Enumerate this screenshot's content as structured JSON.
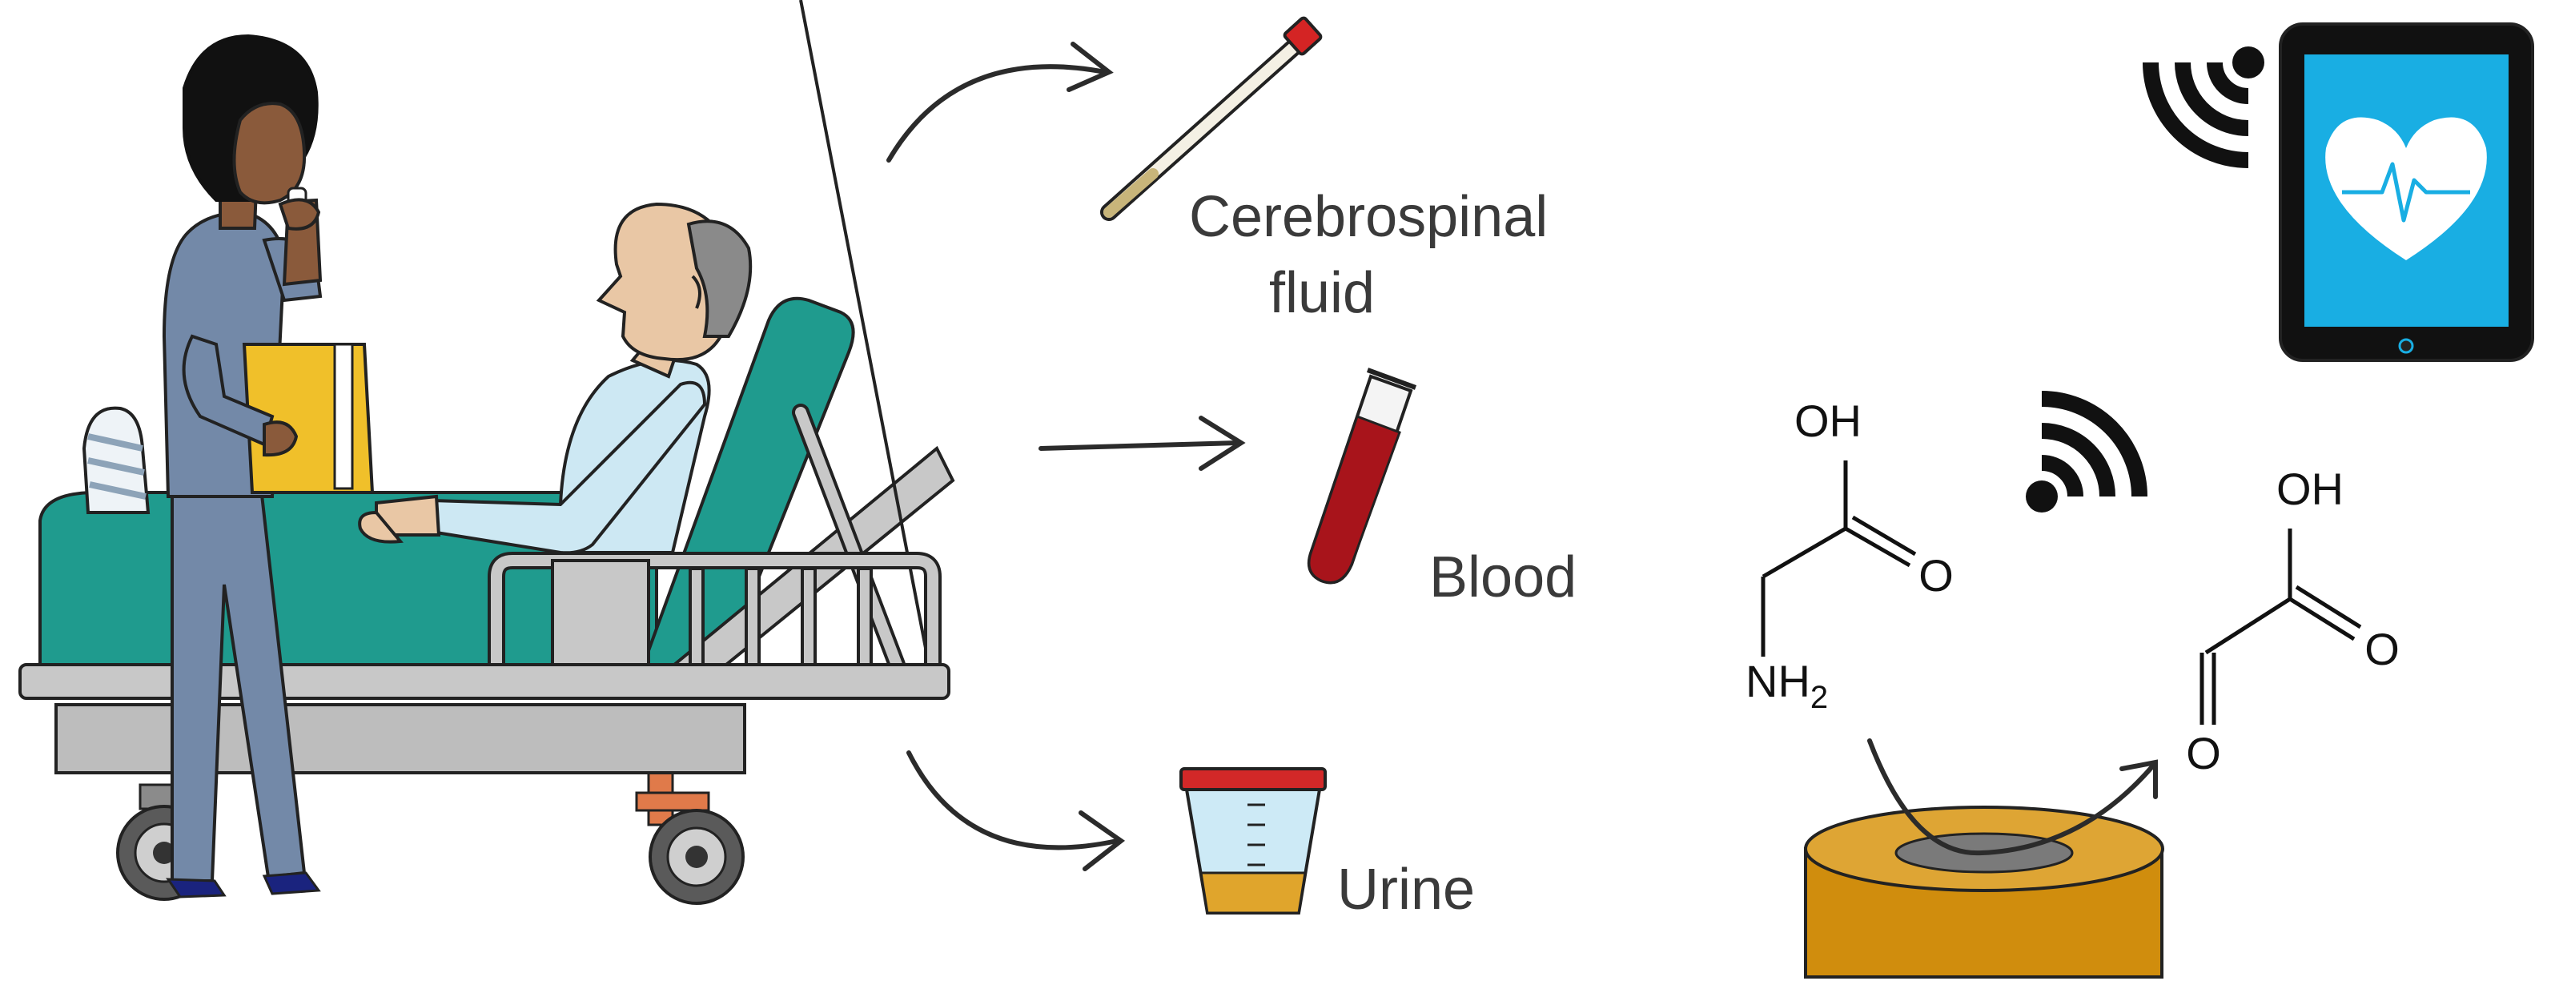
{
  "labels": {
    "csf_line1": "Cerebrospinal",
    "csf_line2": "fluid",
    "blood": "Blood",
    "urine": "Urine"
  },
  "chemistry": {
    "glycine": {
      "oh": "OH",
      "o": "O",
      "nh": "NH",
      "nh_sub": "2"
    },
    "glyoxylic_acid": {
      "oh": "OH",
      "o_acid": "O",
      "o_aldehyde": "O"
    }
  },
  "colors": {
    "scrubs": "#7389a8",
    "skin_dark": "#8a5a3b",
    "skin_light": "#e9c7a5",
    "bed_teal": "#1f9b8e",
    "bed_frame": "#c8c8c8",
    "folder": "#f0c02a",
    "blood": "#a8141b",
    "urine": "#e0a52c",
    "cup_cap": "#d22828",
    "tablet_screen": "#19aee3",
    "electrode": "#d08d0d",
    "electrode_core": "#7a7a7a",
    "arrow": "#2b2b2b"
  },
  "icons": [
    "nurse-figure",
    "hospital-bed",
    "patient-figure",
    "swab-tube-icon",
    "blood-tube-icon",
    "urine-cup-icon",
    "wifi-signal-icon",
    "tablet-icon",
    "heart-icon",
    "electrode-icon"
  ]
}
